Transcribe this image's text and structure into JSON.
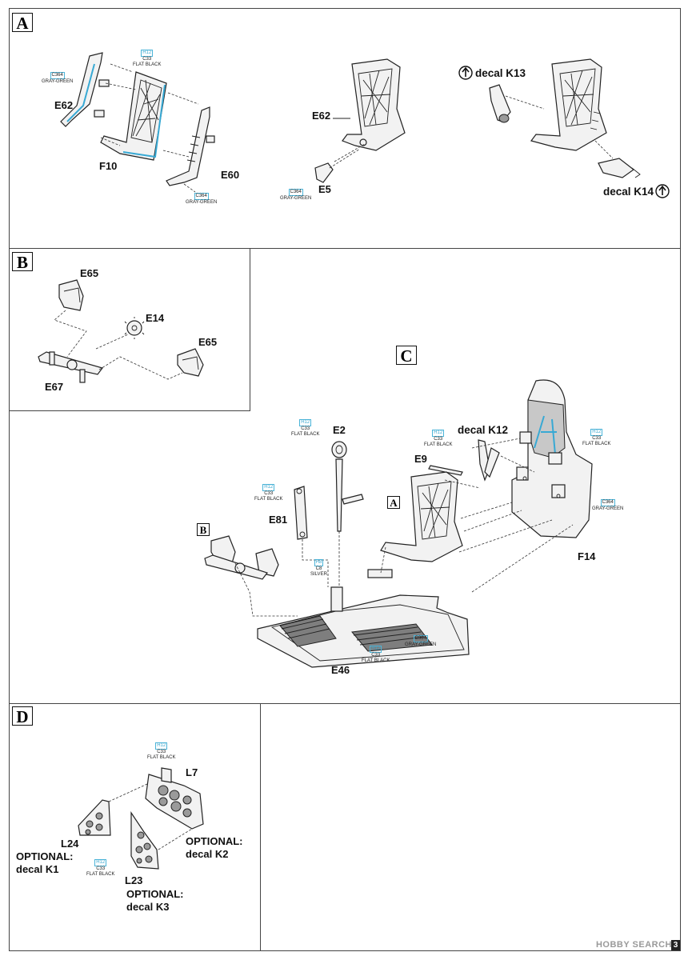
{
  "steps": {
    "A": {
      "title": "A",
      "labels": {
        "e62": "E62",
        "f10": "F10",
        "e60": "E60",
        "e62b": "E62",
        "e5": "E5",
        "decal_k13": "decal K13",
        "decal_k14": "decal K14"
      },
      "paints": [
        {
          "c1": "",
          "c2": "C364",
          "name": "GRAY-GREEN"
        },
        {
          "c1": "H12",
          "c2": "C33",
          "name": "FLAT BLACK"
        },
        {
          "c1": "",
          "c2": "C364",
          "name": "GRAY-GREEN"
        },
        {
          "c1": "",
          "c2": "C364",
          "name": "GRAY-GREEN"
        }
      ]
    },
    "B": {
      "title": "B",
      "labels": {
        "e65a": "E65",
        "e14": "E14",
        "e65b": "E65",
        "e67": "E67"
      }
    },
    "C": {
      "title": "C",
      "labels": {
        "e2": "E2",
        "decal_k12": "decal K12",
        "e9": "E9",
        "e81": "E81",
        "f14": "F14",
        "e46": "E46",
        "ref_a": "A",
        "ref_b": "B"
      },
      "paints": [
        {
          "c1": "H12",
          "c2": "C33",
          "name": "FLAT BLACK"
        },
        {
          "c1": "H12",
          "c2": "C33",
          "name": "FLAT BLACK"
        },
        {
          "c1": "H12",
          "c2": "C33",
          "name": "FLAT BLACK"
        },
        {
          "c1": "H12",
          "c2": "C33",
          "name": "FLAT BLACK"
        },
        {
          "c1": "",
          "c2": "C364",
          "name": "GRAY-GREEN"
        },
        {
          "c1": "H8",
          "c2": "C8",
          "name": "SILVER"
        },
        {
          "c1": "",
          "c2": "C364",
          "name": "GRAY-GREEN"
        },
        {
          "c1": "H12",
          "c2": "C33",
          "name": "FLAT BLACK"
        }
      ]
    },
    "D": {
      "title": "D",
      "labels": {
        "l7": "L7",
        "l24": "L24",
        "opt_k1a": "OPTIONAL:",
        "opt_k1b": "decal K1",
        "opt_k2a": "OPTIONAL:",
        "opt_k2b": "decal K2",
        "l23": "L23",
        "opt_k3a": "OPTIONAL:",
        "opt_k3b": "decal K3"
      },
      "paints": [
        {
          "c1": "H12",
          "c2": "C33",
          "name": "FLAT BLACK"
        },
        {
          "c1": "H12",
          "c2": "C33",
          "name": "FLAT BLACK"
        }
      ]
    }
  },
  "footer": {
    "watermark": "HOBBY SEARCH",
    "page_number": "3"
  },
  "colors": {
    "paint_code": "#3ba7cf",
    "gray_green": "#9a9a9a"
  },
  "icons": [
    "bend-arrow-icon"
  ]
}
